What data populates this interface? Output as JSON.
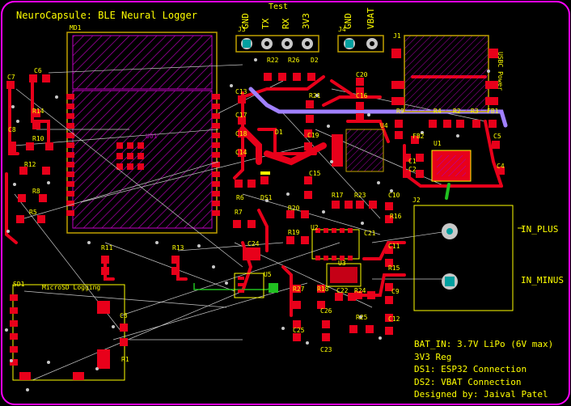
{
  "title": "NeuroCapsule: BLE Neural Logger",
  "header_pins": {
    "test_label": "Test",
    "j3_pins": [
      "GND",
      "TX",
      "RX",
      "3V3"
    ],
    "j4_pins": [
      "GND",
      "VBAT"
    ]
  },
  "designators": {
    "md1": "MD1",
    "u01": "U01",
    "j3": "J3",
    "j4": "J4",
    "j1": "J1",
    "j2": "J2",
    "r22": "R22",
    "r26": "R26",
    "d2": "D2",
    "c20": "C20",
    "c13": "C13",
    "c17": "C17",
    "c18": "C18",
    "c14": "C14",
    "c19": "C19",
    "c15": "C15",
    "c16": "C16",
    "r21": "R21",
    "d1": "D1",
    "u4": "U4",
    "r6": "R6",
    "ds1": "DS1",
    "r7": "R7",
    "c24": "C24",
    "r20": "R20",
    "r19": "R19",
    "r17": "R17",
    "r23": "R23",
    "u2": "U2",
    "c21": "C21",
    "u3": "U3",
    "c22": "C22",
    "r24": "R24",
    "r18": "R18",
    "r27": "R27",
    "c26": "C26",
    "c25": "C25",
    "c23": "C23",
    "r25": "R25",
    "c12": "C12",
    "c10": "C10",
    "r16": "R16",
    "c11": "C11",
    "r15": "R15",
    "c9": "C9",
    "r9": "R9",
    "r4": "R4",
    "r2": "R2",
    "r3": "R3",
    "fb1": "FB1",
    "fb2": "FB2",
    "u1": "U1",
    "c1": "C1",
    "c2": "C2",
    "c5": "C5",
    "c4": "C4",
    "c7": "C7",
    "c6": "C6",
    "r14": "R14",
    "c8": "C8",
    "r10": "R10",
    "r12": "R12",
    "r8": "R8",
    "r5": "R5",
    "r11": "R11",
    "r13": "R13",
    "u5": "U5",
    "sd1": "SD1",
    "c3": "C3",
    "r1": "R1"
  },
  "usb_label": "USBC Power",
  "sd_label": "MicroSD Logging",
  "inputs": {
    "plus": "IN_PLUS",
    "minus": "IN_MINUS"
  },
  "notes": [
    "BAT_IN: 3.7V LiPo (6V max)",
    "3V3 Reg",
    "DS1: ESP32 Connection",
    "DS2: VBAT Connection",
    "Designed by: Jaival Patel"
  ],
  "colors": {
    "background": "#000000",
    "copper_top": "#e8001a",
    "silkscreen": "#ffff00",
    "outline": "#ff00ff",
    "keepout": "#c000c0",
    "ratsnest": "#b0b0b0",
    "highlight": "#a080ff",
    "via": "#c8c8c8",
    "pad_cyan": "#00a0a0",
    "green": "#20c020"
  }
}
